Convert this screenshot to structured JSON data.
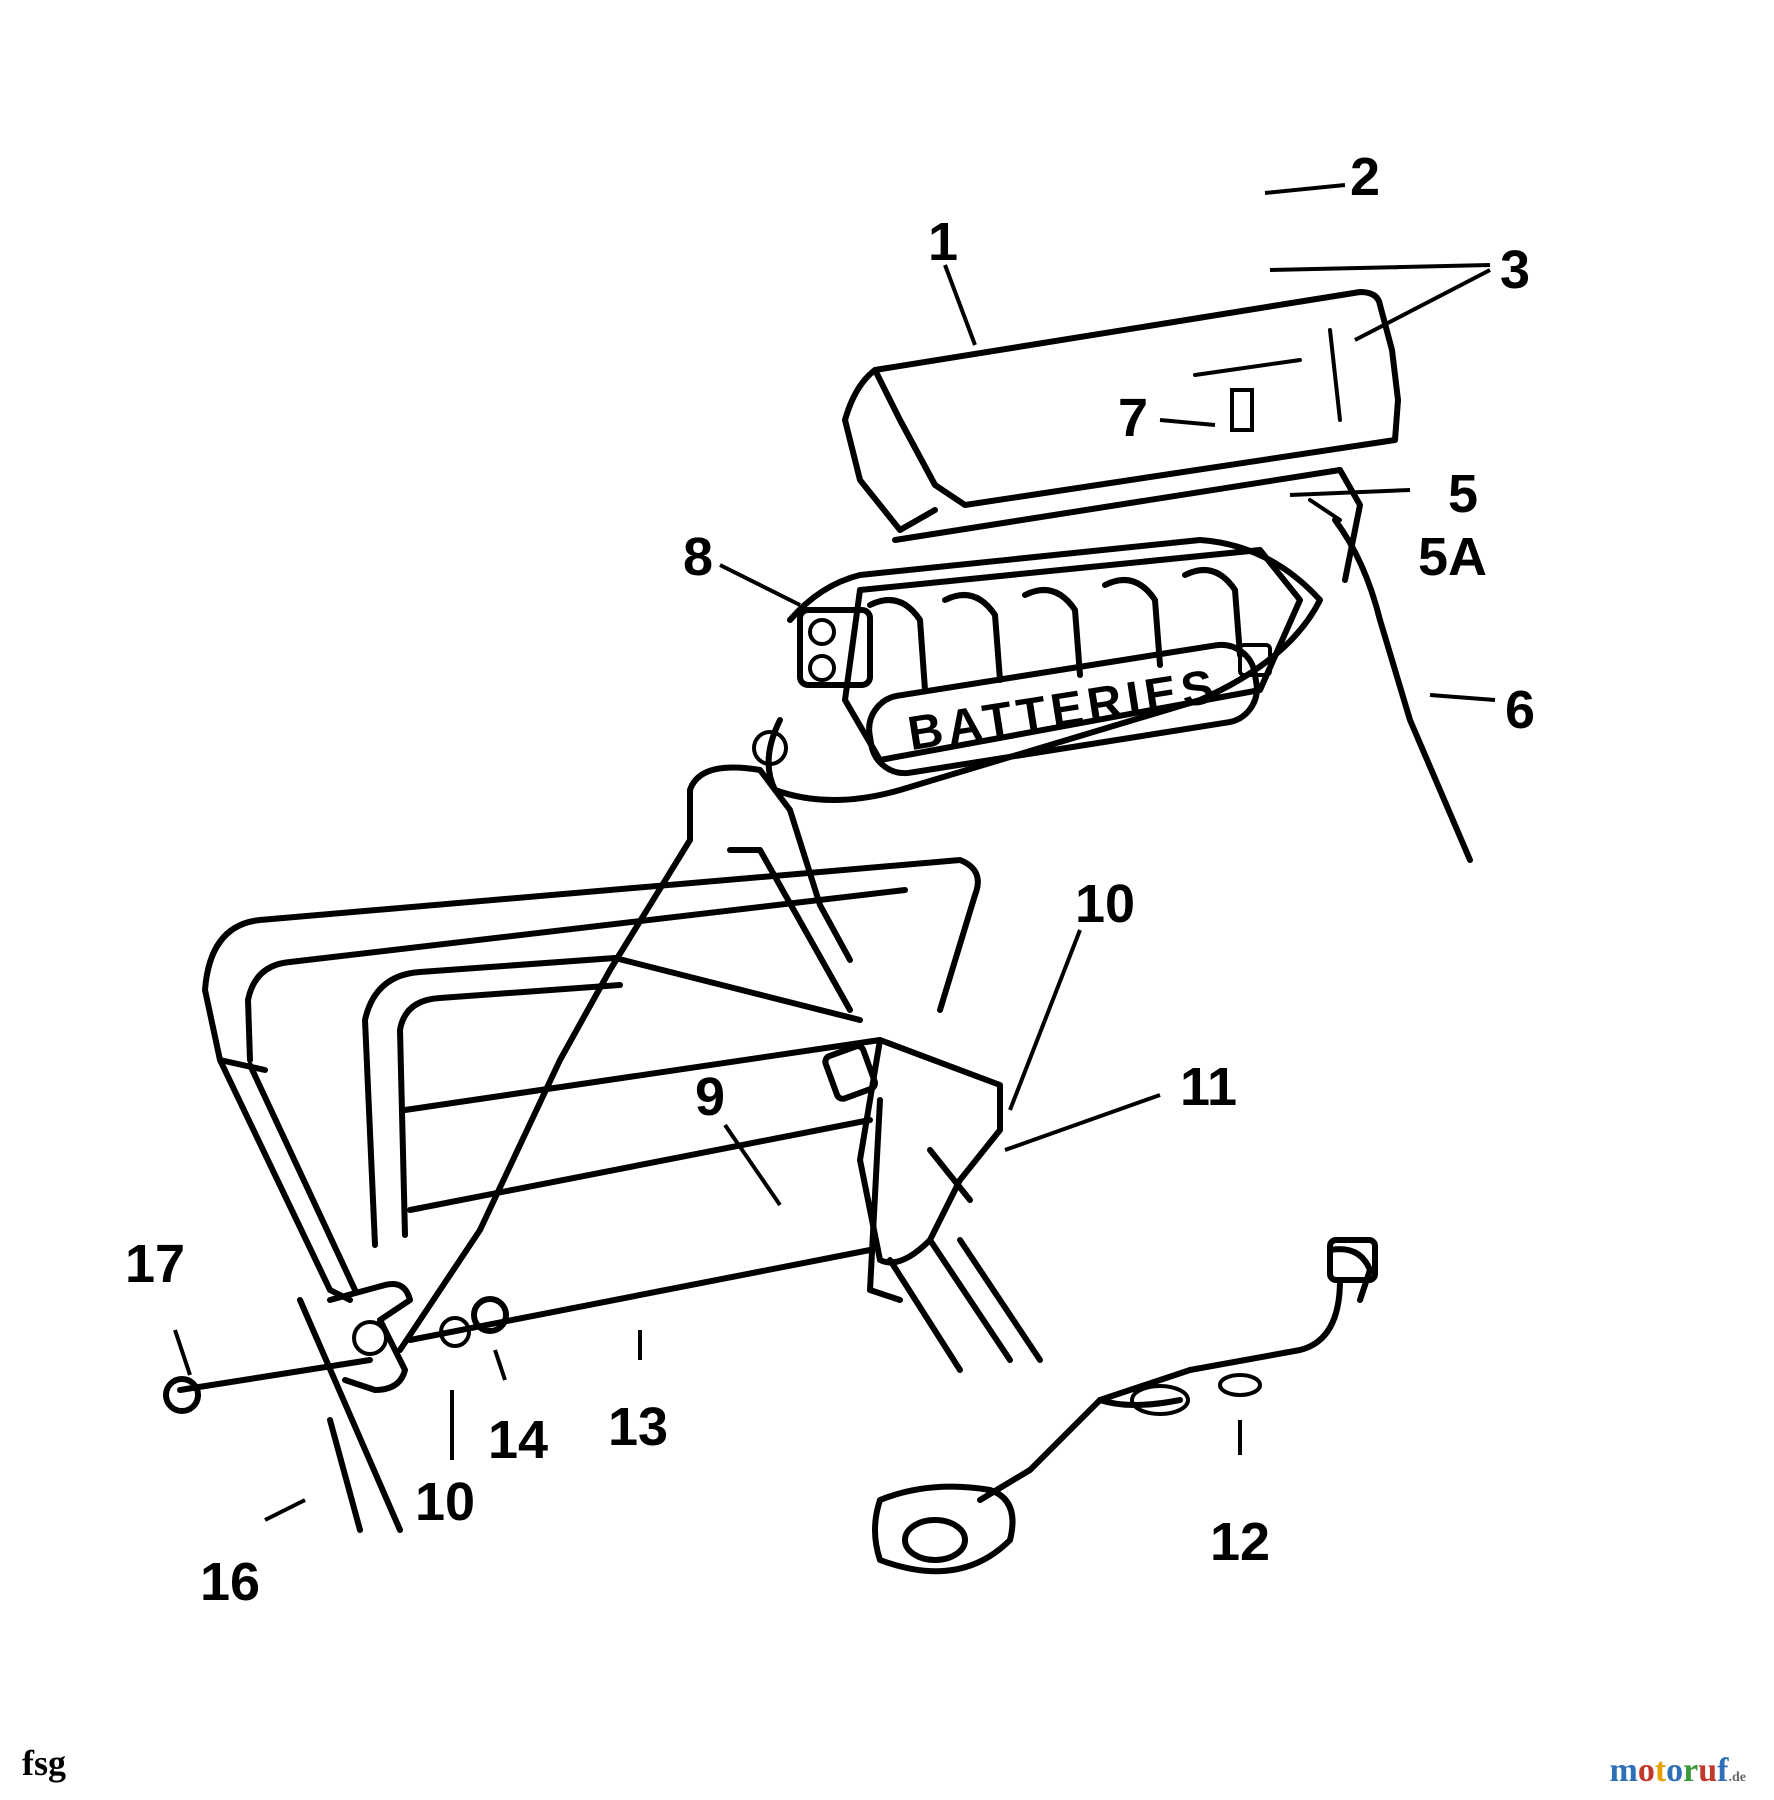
{
  "diagram": {
    "box_text": "BATTERIES",
    "callouts": [
      "1",
      "2",
      "3",
      "5",
      "5A",
      "6",
      "7",
      "8",
      "9",
      "10",
      "11",
      "10",
      "12",
      "13",
      "14",
      "16",
      "17"
    ]
  },
  "footer": {
    "code": "fsg",
    "brand_letters": [
      {
        "ch": "m",
        "color": "#2e6fb7"
      },
      {
        "ch": "o",
        "color": "#c0392b"
      },
      {
        "ch": "t",
        "color": "#e6a100"
      },
      {
        "ch": "o",
        "color": "#2e6fb7"
      },
      {
        "ch": "r",
        "color": "#3a9a3a"
      },
      {
        "ch": "u",
        "color": "#c0392b"
      },
      {
        "ch": "f",
        "color": "#2e6fb7"
      }
    ],
    "brand_tld": ".de"
  }
}
